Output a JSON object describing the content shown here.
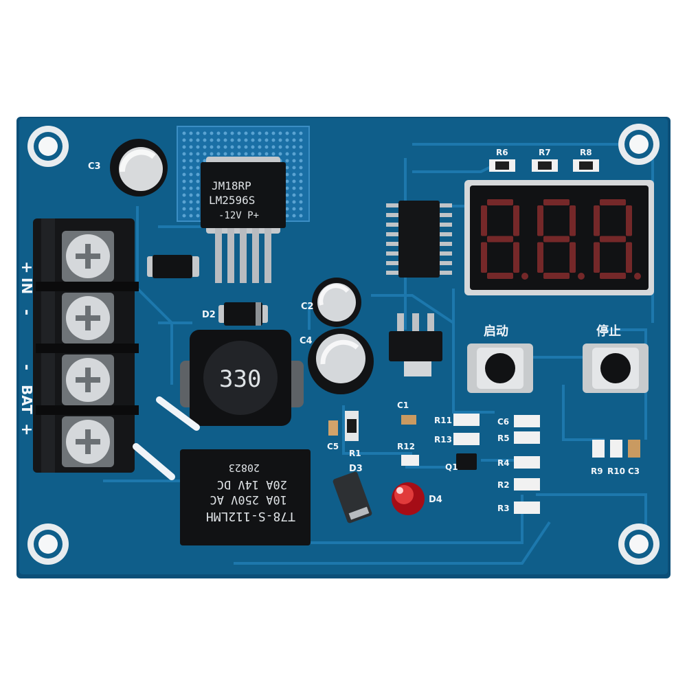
{
  "colors": {
    "board": "#0f5e8a",
    "board_edge": "#0b4d74",
    "trace": "#1d78ad",
    "silk": "#f2f6fa",
    "led_segment": "#c93a3a",
    "terminal_black": "#151618"
  },
  "board": {
    "terminal_labels": [
      "+",
      "IN",
      "-",
      "-",
      "BAT",
      "+"
    ],
    "inductor_text": "330",
    "led_indicator_label": "D4",
    "diode_labels": [
      "D2",
      "D3"
    ]
  },
  "regulator": {
    "line1": "JM18RP",
    "line2": "LM2596S",
    "line3": "-12V  P+"
  },
  "relay": {
    "line1": "T78-S-112LMH",
    "line2": "10A 250V AC",
    "line3": "20A 14V DC",
    "line4": "20823"
  },
  "display": {
    "digits": "888",
    "labels": [
      "R6",
      "R7",
      "R8"
    ]
  },
  "buttons": {
    "start_label": "启动",
    "stop_label": "停止"
  },
  "component_labels": {
    "c3_top": "C3",
    "c2": "C2",
    "c4": "C4",
    "c5": "C5",
    "r1": "R1",
    "c1": "C1",
    "r12": "R12",
    "r11": "R11",
    "r13": "R13",
    "q1": "Q1",
    "c6": "C6",
    "r5": "R5",
    "r4": "R4",
    "r2": "R2",
    "r3": "R3",
    "r9": "R9",
    "r10": "R10",
    "c3_bottom": "C3"
  }
}
